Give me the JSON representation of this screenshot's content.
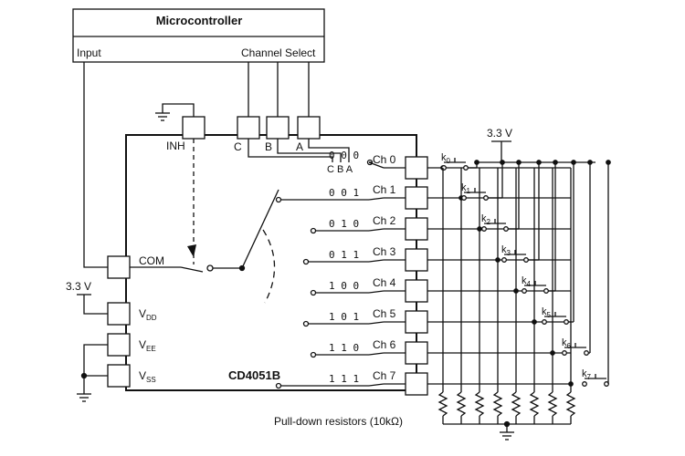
{
  "microcontroller": {
    "title": "Microcontroller",
    "input_label": "Input",
    "channel_select_label": "Channel Select"
  },
  "chip": {
    "name": "CD4051B",
    "inh_label": "INH",
    "sel_c": "C",
    "sel_b": "B",
    "sel_a": "A",
    "sel_cba": "C B A",
    "com_label": "COM",
    "vdd": {
      "main": "V",
      "sub": "DD"
    },
    "vee": {
      "main": "V",
      "sub": "EE"
    },
    "vss": {
      "main": "V",
      "sub": "SS"
    }
  },
  "supply": {
    "left_voltage": "3.3 V",
    "right_voltage": "3.3 V"
  },
  "channels": [
    {
      "label": "Ch 0",
      "code": "0 0 0"
    },
    {
      "label": "Ch 1",
      "code": "0 0 1"
    },
    {
      "label": "Ch 2",
      "code": "0 1 0"
    },
    {
      "label": "Ch 3",
      "code": "0 1 1"
    },
    {
      "label": "Ch 4",
      "code": "1 0 0"
    },
    {
      "label": "Ch 5",
      "code": "1 0 1"
    },
    {
      "label": "Ch 6",
      "code": "1 1 0"
    },
    {
      "label": "Ch 7",
      "code": "1 1 1"
    }
  ],
  "switches": [
    {
      "main": "k",
      "sub": "0"
    },
    {
      "main": "k",
      "sub": "1"
    },
    {
      "main": "k",
      "sub": "2"
    },
    {
      "main": "k",
      "sub": "3"
    },
    {
      "main": "k",
      "sub": "4"
    },
    {
      "main": "k",
      "sub": "5"
    },
    {
      "main": "k",
      "sub": "6"
    },
    {
      "main": "k",
      "sub": "7"
    }
  ],
  "pulldown_label": "Pull-down resistors (10kΩ)"
}
